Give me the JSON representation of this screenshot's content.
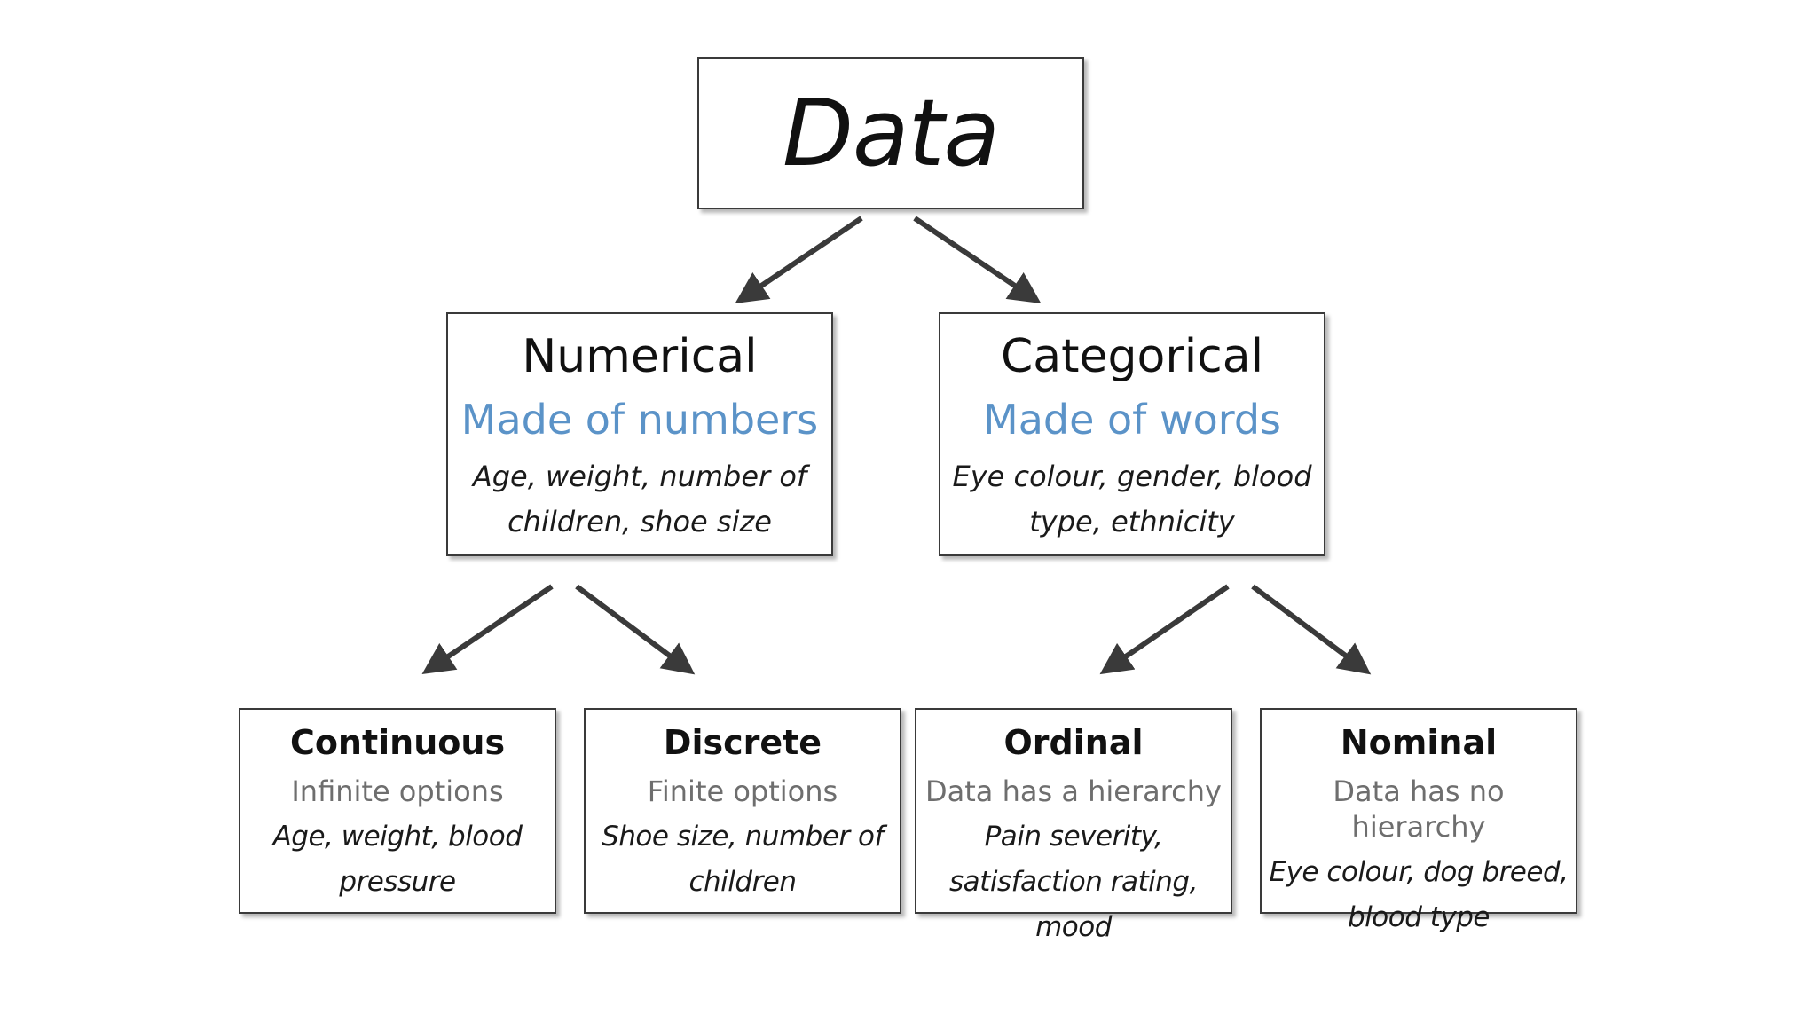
{
  "root": {
    "title": "Data"
  },
  "level1": [
    {
      "title": "Numerical",
      "subtitle": "Made of numbers",
      "examples": "Age, weight, number of children, shoe size"
    },
    {
      "title": "Categorical",
      "subtitle": "Made of words",
      "examples": "Eye colour, gender, blood type, ethnicity"
    }
  ],
  "level2": [
    {
      "title": "Continuous",
      "subtitle": "Infinite options",
      "examples": "Age, weight, blood pressure"
    },
    {
      "title": "Discrete",
      "subtitle": "Finite options",
      "examples": "Shoe size, number of children"
    },
    {
      "title": "Ordinal",
      "subtitle": "Data has a hierarchy",
      "examples": "Pain severity, satisfaction rating, mood"
    },
    {
      "title": "Nominal",
      "subtitle": "Data has no hierarchy",
      "examples": "Eye colour, dog breed, blood type"
    }
  ],
  "colors": {
    "subtitle_accent": "#5b93c8",
    "leaf_subtitle": "#6e6e6e",
    "arrow": "#3a3a3a",
    "border": "#3a3a3a"
  }
}
